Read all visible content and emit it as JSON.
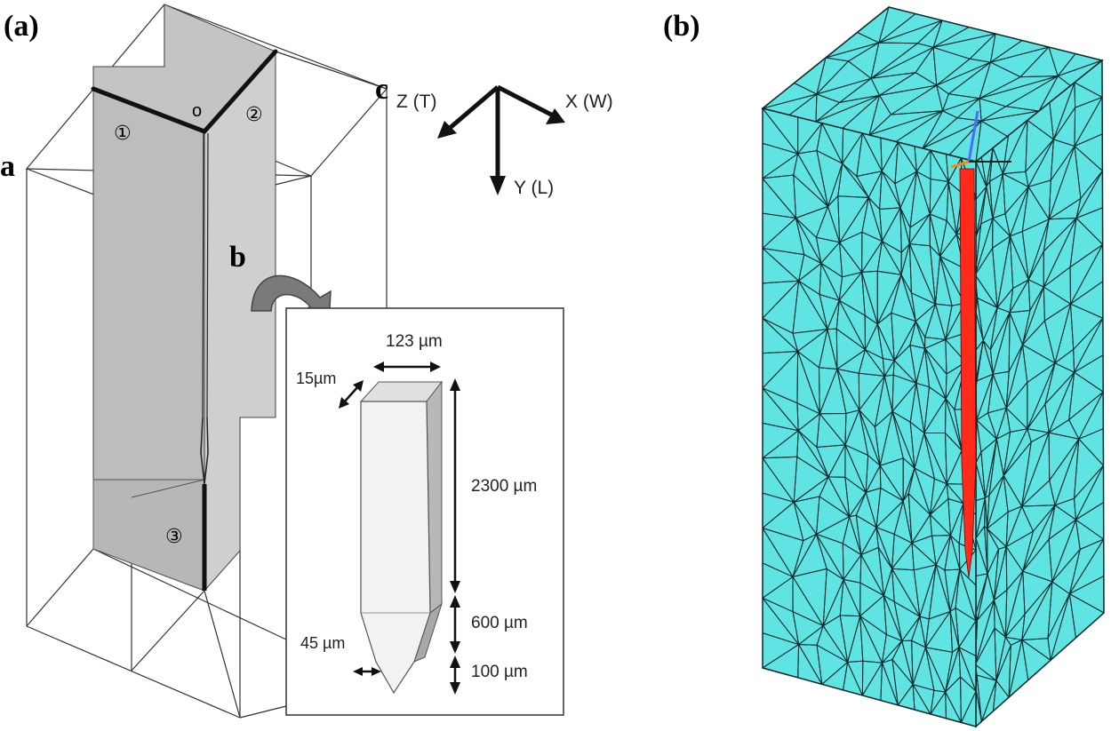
{
  "panel_a": {
    "label": "(a)",
    "corner_labels": {
      "a": "a",
      "b": "b",
      "c": "c",
      "o": "o"
    },
    "region_labels": [
      "①",
      "②",
      "③"
    ],
    "axes": {
      "z": "Z (T)",
      "x": "X (W)",
      "y": "Y (L)"
    },
    "inset": {
      "width": "123 µm",
      "thickness": "15µm",
      "length_main": "2300 µm",
      "length_taper": "600 µm",
      "length_tip": "100 µm",
      "tip_width": "45 µm"
    }
  },
  "panel_b": {
    "label": "(b)"
  },
  "colors": {
    "mesh_fill": "#5fe3e3",
    "mesh_line": "#0b2a2a",
    "crack": "#ff2a1a",
    "plane_gray": "#c4c4c4",
    "probe_fill": "#f2f2f2"
  }
}
